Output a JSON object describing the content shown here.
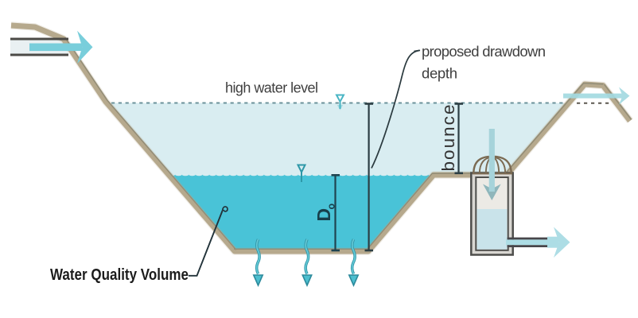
{
  "diagram": {
    "title": "stormwater pond cross-section",
    "labels": {
      "high_water_level": "high water level",
      "proposed_drawdown_line1": "proposed drawdown",
      "proposed_drawdown_line2": "depth",
      "bounce": "bounce",
      "drawdown_depth_symbol_main": "D",
      "drawdown_depth_symbol_sub": "o",
      "water_quality_volume": "Water Quality Volume"
    },
    "colors": {
      "background": "#ffffff",
      "upper_water": "#d9edf1",
      "wqv_water": "#49c3d7",
      "ground_tan": "#b6a98d",
      "ground_edge": "#5f6458",
      "pipe_dark": "#4b4a46",
      "arrow_teal": "#79cedb",
      "arrow_pale_teal": "#a9dbe3",
      "dashed_level_line": "#5f858d",
      "dashed_line_gray": "#55514a",
      "dimension_line": "#2c3e44",
      "text_dark": "#3f3f3f",
      "label_black": "#1c1c1c",
      "do_label": "#173f4b",
      "marker_teal": "#49b5c4",
      "infiltration_teal": "#2f96a8",
      "dome_brown": "#87755c"
    },
    "features": [
      "inflow pipe with arrow",
      "high water level dashed line with water surface marker",
      "water quality volume (permanent pool) with surface marker",
      "bounce dimension",
      "proposed drawdown depth dimension",
      "Do outlet depth dimension",
      "infiltration arrows through pond bottom",
      "outlet riser with dome grate and down arrow",
      "outlet pipe with arrow",
      "emergency overflow arrow over berm"
    ]
  }
}
